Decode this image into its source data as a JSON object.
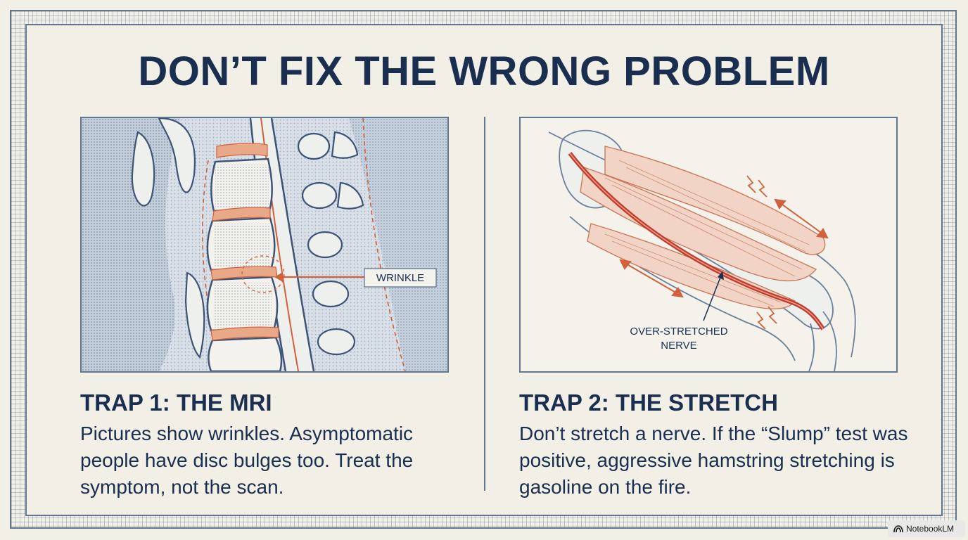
{
  "title": "DON’T FIX THE WRONG PROBLEM",
  "left": {
    "callout_label": "WRINKLE",
    "heading": "TRAP 1: THE MRI",
    "body": "Pictures show wrinkles. Asymptomatic people have disc bulges too. Treat the symptom, not the scan."
  },
  "right": {
    "callout_line1": "OVER-STRETCHED",
    "callout_line2": "NERVE",
    "heading": "TRAP 2: THE STRETCH",
    "body": "Don’t stretch a nerve. If the “Slump” test was positive, aggressive hamstring stretching is gasoline on the fire."
  },
  "badge": {
    "icon": "notebooklm-logo-icon",
    "label": "NotebookLM"
  },
  "colors": {
    "navy": "#1a2e50",
    "frame": "#5f7590",
    "accent": "#d2603a",
    "paper": "#f1efe6"
  }
}
